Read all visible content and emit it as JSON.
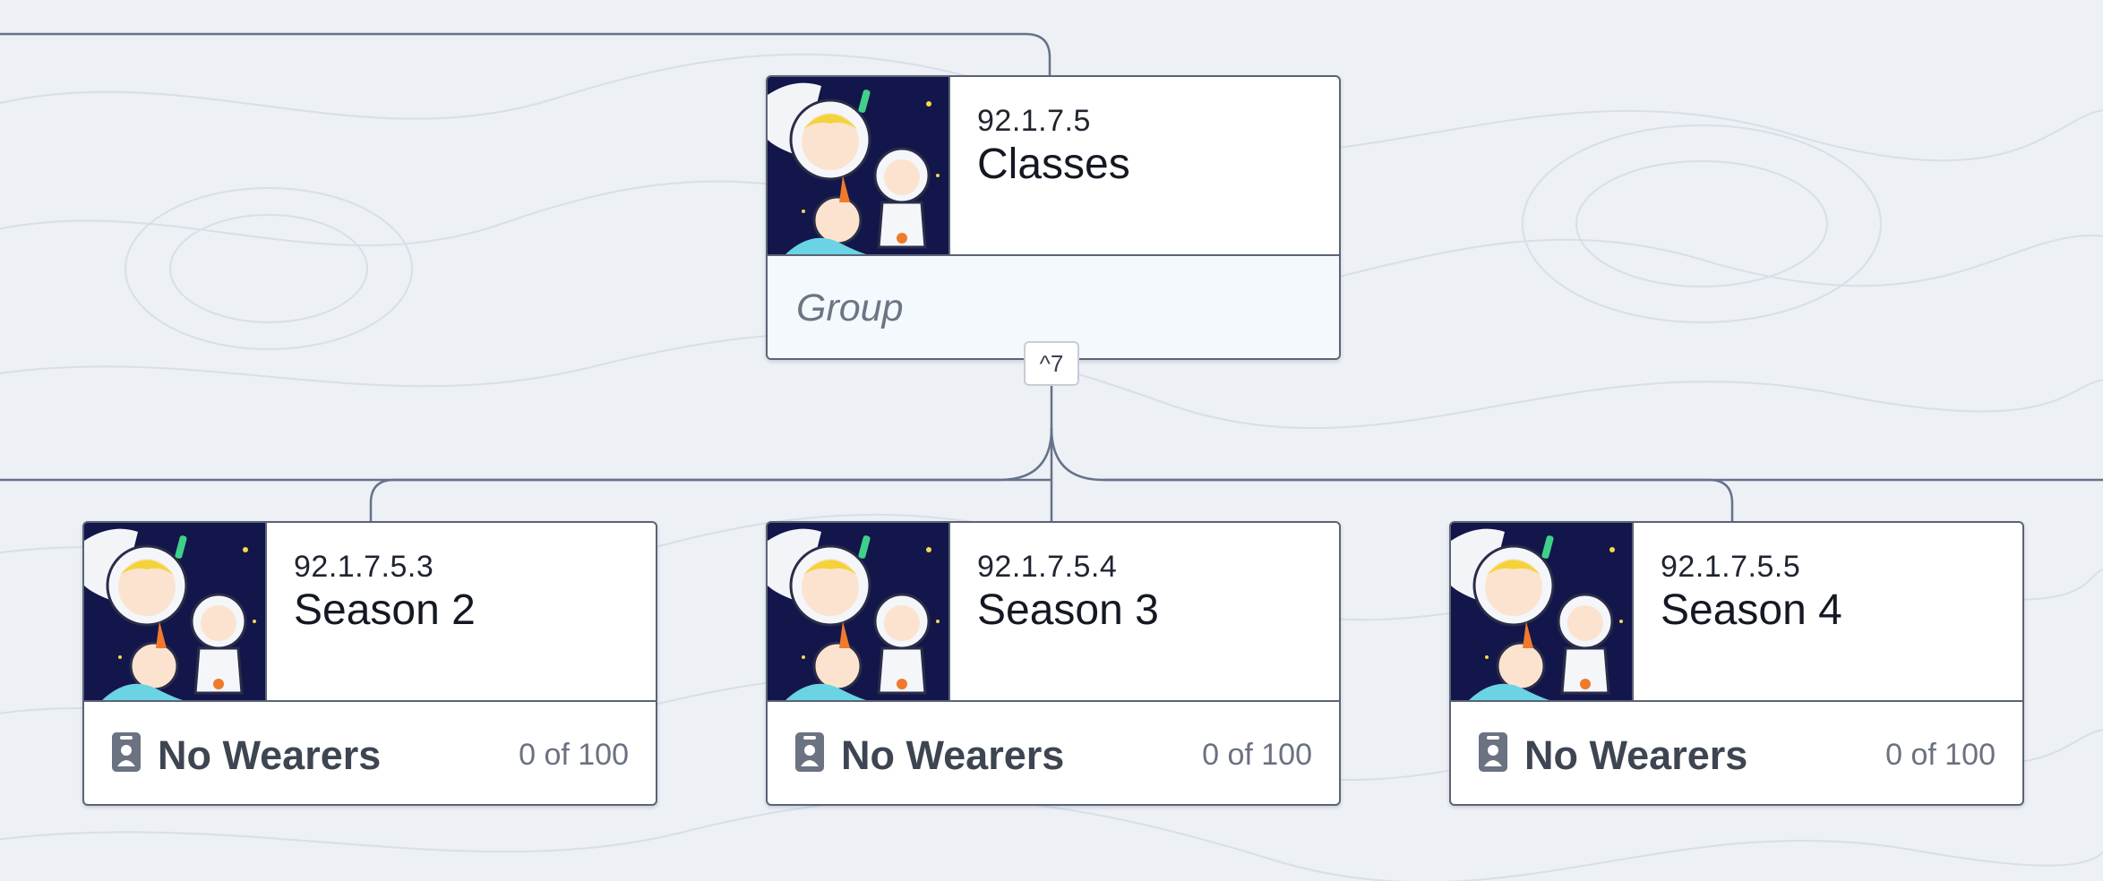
{
  "parent_node": {
    "id": "92.1.7.5",
    "name": "Classes",
    "type_label": "Group",
    "collapse_label": "^7"
  },
  "child_nodes": [
    {
      "id": "92.1.7.5.3",
      "name": "Season 2",
      "wearer_label": "No Wearers",
      "wearer_count": "0 of 100"
    },
    {
      "id": "92.1.7.5.4",
      "name": "Season 3",
      "wearer_label": "No Wearers",
      "wearer_count": "0 of 100"
    },
    {
      "id": "92.1.7.5.5",
      "name": "Season 4",
      "wearer_label": "No Wearers",
      "wearer_count": "0 of 100"
    }
  ],
  "colors": {
    "background": "#edf0f5",
    "edge": "#66728a",
    "border": "#5b6475",
    "group_panel": "#f3f9fd",
    "image_background": "#13164a"
  },
  "icons": [
    "astronaut-babies-image",
    "wearer-badge-icon"
  ]
}
